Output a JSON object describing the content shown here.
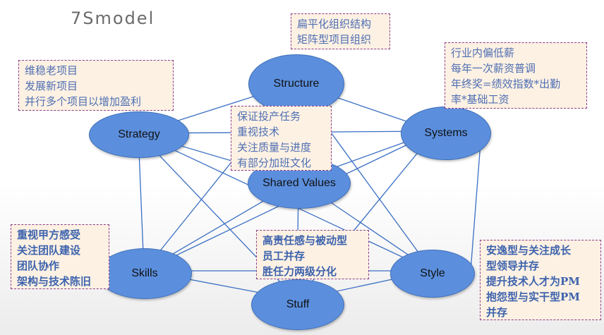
{
  "title": "7Smodel",
  "nodes": {
    "structure": "Structure",
    "strategy": "Strategy",
    "systems": "Systems",
    "shared_values": "Shared Values",
    "skills": "Skills",
    "style": "Style",
    "stuff": "Stuff"
  },
  "notes": {
    "structure": [
      "扁平化组织结构",
      "矩阵型项目组织"
    ],
    "strategy": [
      "维稳老项目",
      "发展新项目",
      "并行多个项目以增加盈利"
    ],
    "systems": [
      "行业内偏低薪",
      "每年一次薪资普调",
      "年终奖=绩效指数*出勤",
      "率*基础工资"
    ],
    "shared_values": [
      "保证投产任务",
      "重视技术",
      "关注质量与进度",
      "有部分加班文化"
    ],
    "skills": [
      "重视甲方感受",
      "关注团队建设",
      "团队协作",
      "架构与技术陈旧"
    ],
    "stuff": [
      "高责任感与被动型",
      "员工并存",
      "胜任力两级分化"
    ],
    "style": [
      "安逸型与关注成长",
      "型领导并存",
      "提升技术人才为PM",
      "抱怨型与实干型PM",
      "并存"
    ]
  },
  "colors": {
    "node_fill": "#5b8fde",
    "node_border": "#3f6fb8",
    "note_bg": "#fdf1e3",
    "note_border": "#8a3e8a",
    "note_text": "#4f6fb3",
    "line": "#3a6fc4"
  }
}
